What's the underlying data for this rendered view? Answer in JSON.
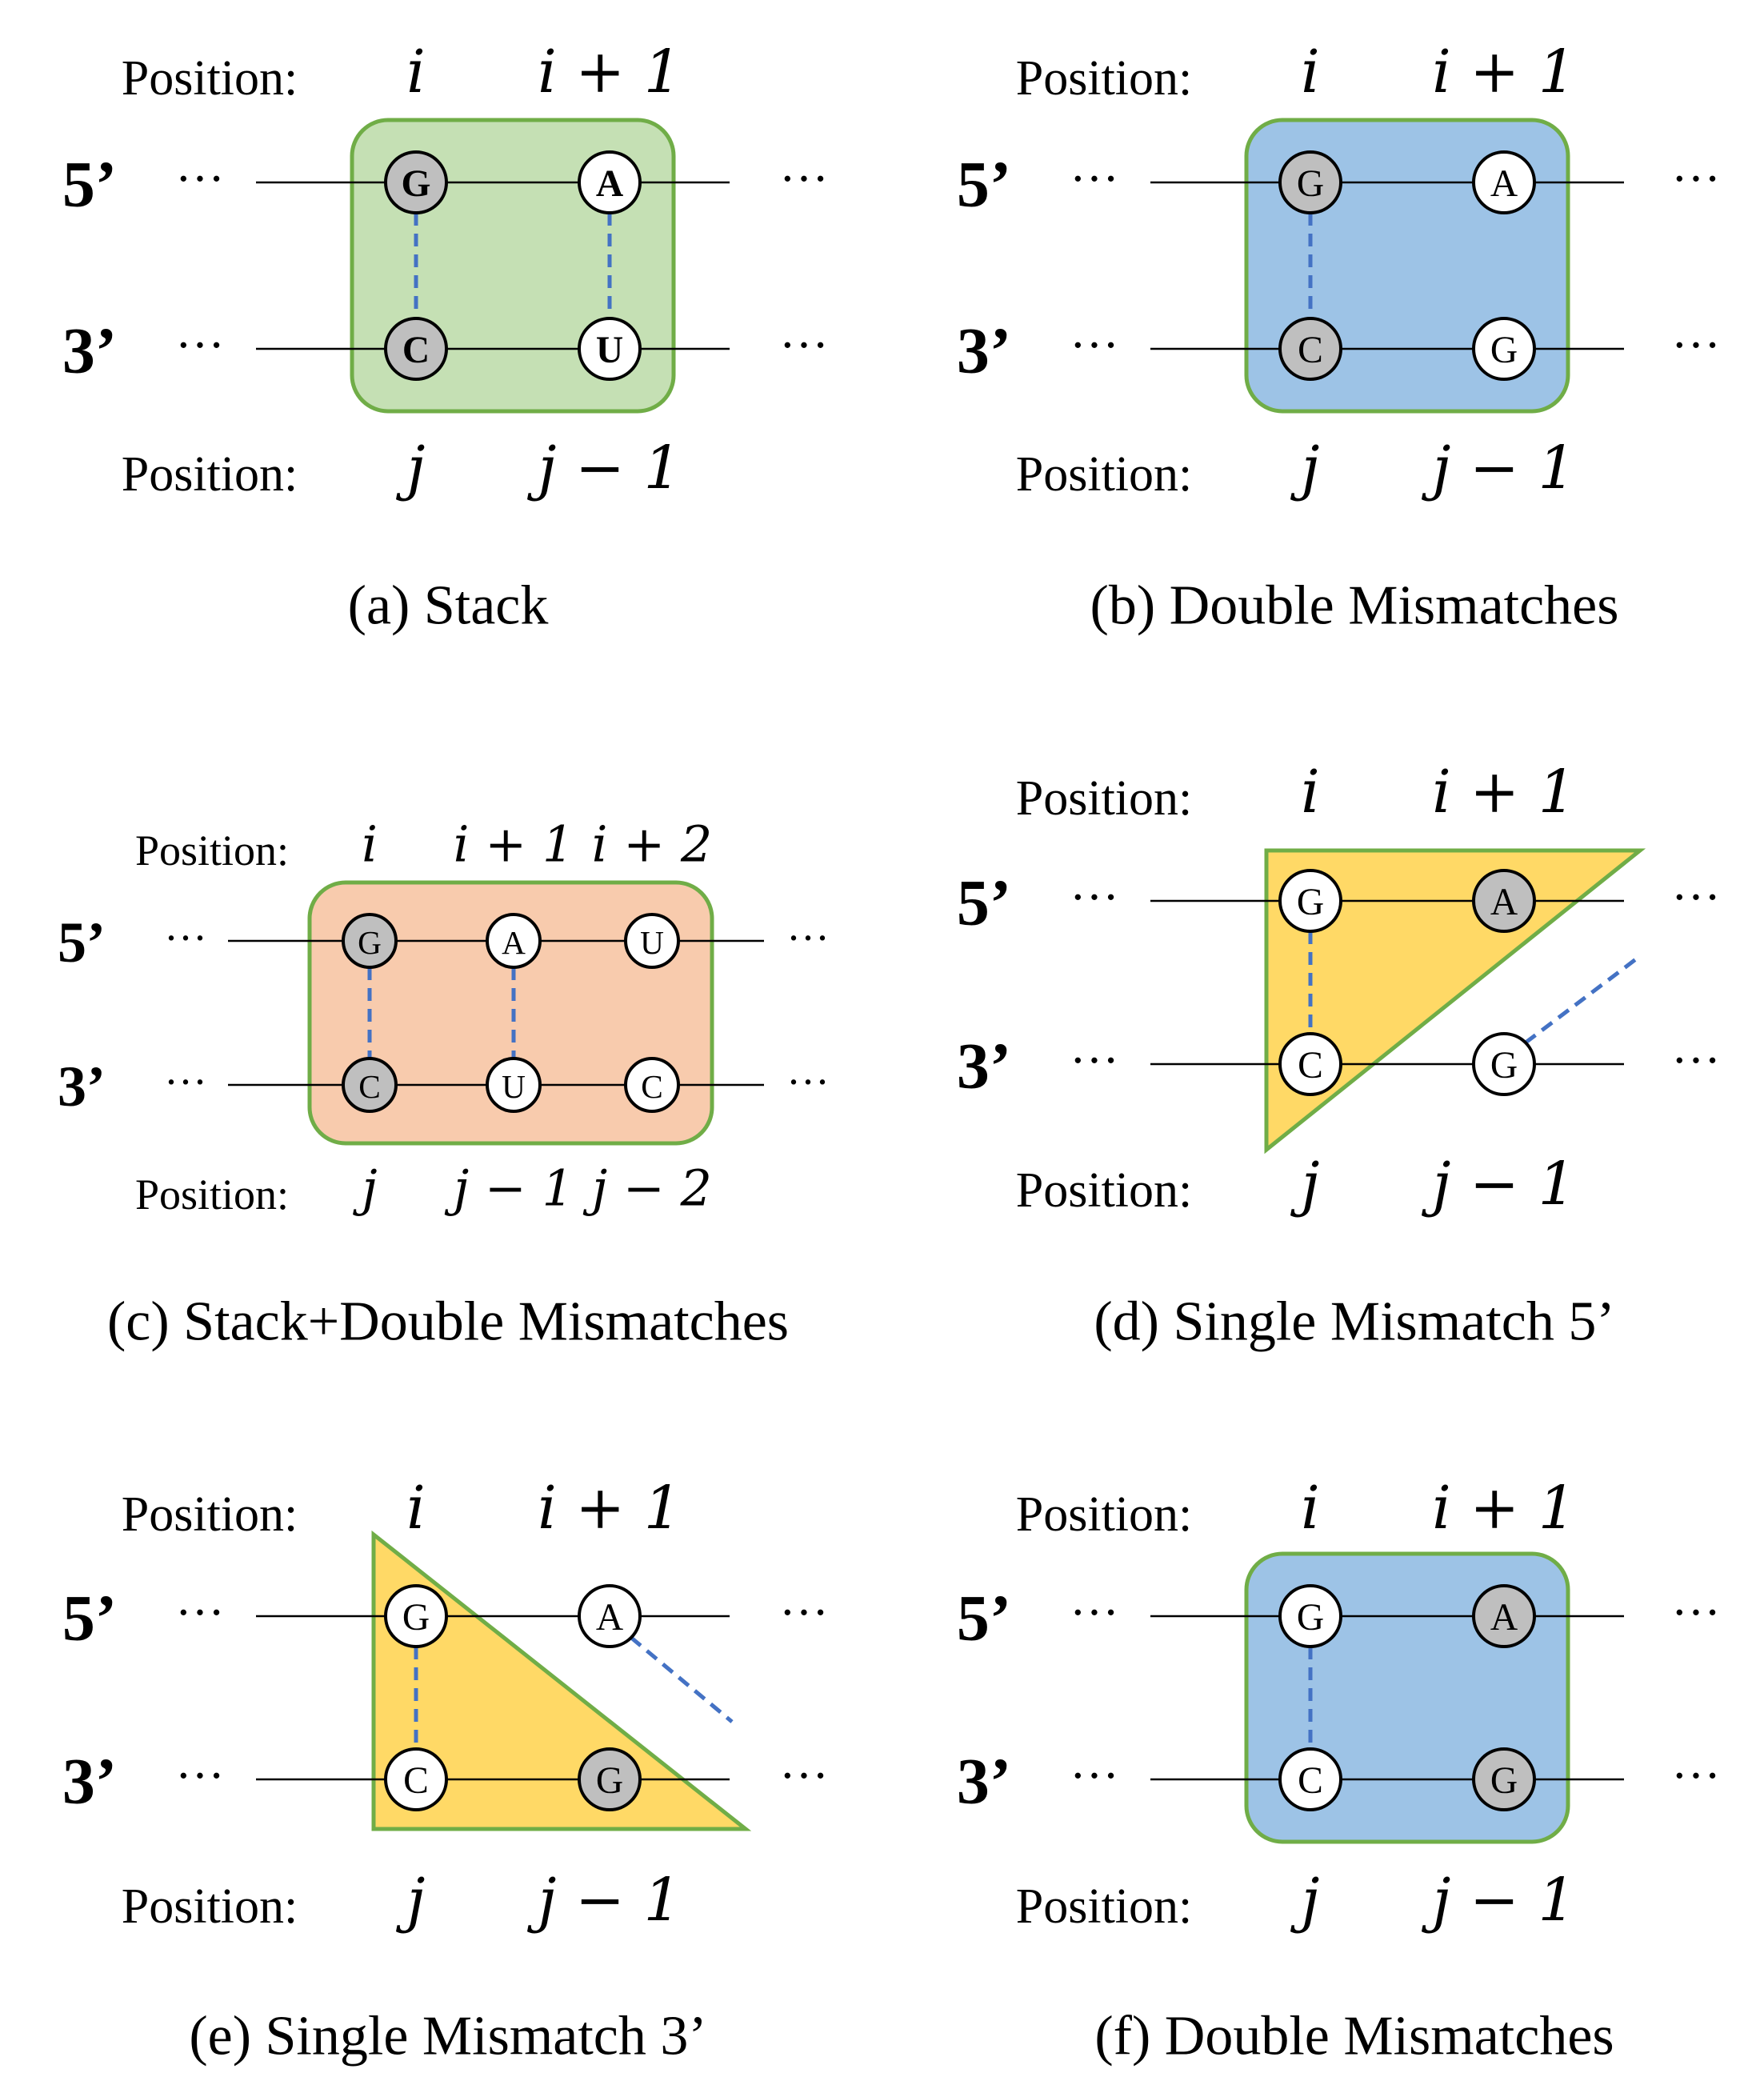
{
  "panels": [
    {
      "id": "a",
      "caption": "(a) Stack",
      "shape": "rect",
      "fill": "#c5e0b4",
      "stroke": "#70ad47",
      "pos_label": "Position:",
      "top_positions": [
        "i",
        "i + 1"
      ],
      "bottom_positions": [
        "j",
        "j − 1"
      ],
      "strand_top": "5’",
      "strand_bottom": "3’",
      "ellipsis": "···",
      "top_nodes": [
        {
          "label": "G",
          "fill": "gray",
          "bold": true
        },
        {
          "label": "A",
          "fill": "white",
          "bold": true
        }
      ],
      "bottom_nodes": [
        {
          "label": "C",
          "fill": "gray",
          "bold": true
        },
        {
          "label": "U",
          "fill": "white",
          "bold": true
        }
      ],
      "pairs": [
        0,
        1
      ],
      "stray": "none"
    },
    {
      "id": "b",
      "caption": "(b) Double Mismatches",
      "shape": "rect",
      "fill": "#9dc3e6",
      "stroke": "#70ad47",
      "pos_label": "Position:",
      "top_positions": [
        "i",
        "i + 1"
      ],
      "bottom_positions": [
        "j",
        "j − 1"
      ],
      "strand_top": "5’",
      "strand_bottom": "3’",
      "ellipsis": "···",
      "top_nodes": [
        {
          "label": "G",
          "fill": "gray"
        },
        {
          "label": "A",
          "fill": "white"
        }
      ],
      "bottom_nodes": [
        {
          "label": "C",
          "fill": "gray"
        },
        {
          "label": "G",
          "fill": "white"
        }
      ],
      "pairs": [
        0
      ],
      "stray": "none"
    },
    {
      "id": "c",
      "caption": "(c) Stack+Double Mismatches",
      "shape": "rect",
      "fill": "#f8cbad",
      "stroke": "#70ad47",
      "pos_label": "Position:",
      "top_positions": [
        "i",
        "i + 1",
        "i + 2"
      ],
      "bottom_positions": [
        "j",
        "j − 1",
        "j − 2"
      ],
      "strand_top": "5’",
      "strand_bottom": "3’",
      "ellipsis": "···",
      "top_nodes": [
        {
          "label": "G",
          "fill": "gray"
        },
        {
          "label": "A",
          "fill": "white"
        },
        {
          "label": "U",
          "fill": "white"
        }
      ],
      "bottom_nodes": [
        {
          "label": "C",
          "fill": "gray"
        },
        {
          "label": "U",
          "fill": "white"
        },
        {
          "label": "C",
          "fill": "white"
        }
      ],
      "pairs": [
        0,
        1
      ],
      "stray": "none"
    },
    {
      "id": "d",
      "caption": "(d) Single Mismatch 5’",
      "shape": "triangle-5",
      "fill": "#ffd966",
      "stroke": "#70ad47",
      "pos_label": "Position:",
      "top_positions": [
        "i",
        "i + 1"
      ],
      "bottom_positions": [
        "j",
        "j − 1"
      ],
      "strand_top": "5’",
      "strand_bottom": "3’",
      "ellipsis": "···",
      "top_nodes": [
        {
          "label": "G",
          "fill": "white"
        },
        {
          "label": "A",
          "fill": "gray"
        }
      ],
      "bottom_nodes": [
        {
          "label": "C",
          "fill": "white"
        },
        {
          "label": "G",
          "fill": "white"
        }
      ],
      "pairs": [
        0
      ],
      "stray": "from-bottom"
    },
    {
      "id": "e",
      "caption": "(e) Single Mismatch 3’",
      "shape": "triangle-3",
      "fill": "#ffd966",
      "stroke": "#70ad47",
      "pos_label": "Position:",
      "top_positions": [
        "i",
        "i + 1"
      ],
      "bottom_positions": [
        "j",
        "j − 1"
      ],
      "strand_top": "5’",
      "strand_bottom": "3’",
      "ellipsis": "···",
      "top_nodes": [
        {
          "label": "G",
          "fill": "white"
        },
        {
          "label": "A",
          "fill": "white"
        }
      ],
      "bottom_nodes": [
        {
          "label": "C",
          "fill": "white"
        },
        {
          "label": "G",
          "fill": "gray"
        }
      ],
      "pairs": [
        0
      ],
      "stray": "from-top"
    },
    {
      "id": "f",
      "caption": "(f) Double Mismatches",
      "shape": "rect",
      "fill": "#9dc3e6",
      "stroke": "#70ad47",
      "pos_label": "Position:",
      "top_positions": [
        "i",
        "i + 1"
      ],
      "bottom_positions": [
        "j",
        "j − 1"
      ],
      "strand_top": "5’",
      "strand_bottom": "3’",
      "ellipsis": "···",
      "top_nodes": [
        {
          "label": "G",
          "fill": "white"
        },
        {
          "label": "A",
          "fill": "gray"
        }
      ],
      "bottom_nodes": [
        {
          "label": "C",
          "fill": "white"
        },
        {
          "label": "G",
          "fill": "gray"
        }
      ],
      "pairs": [
        0
      ],
      "stray": "none"
    }
  ],
  "colors": {
    "node_gray": "#bfbfbf",
    "node_white": "#ffffff",
    "pair_line": "#4472c4",
    "strand_line": "#000000"
  }
}
